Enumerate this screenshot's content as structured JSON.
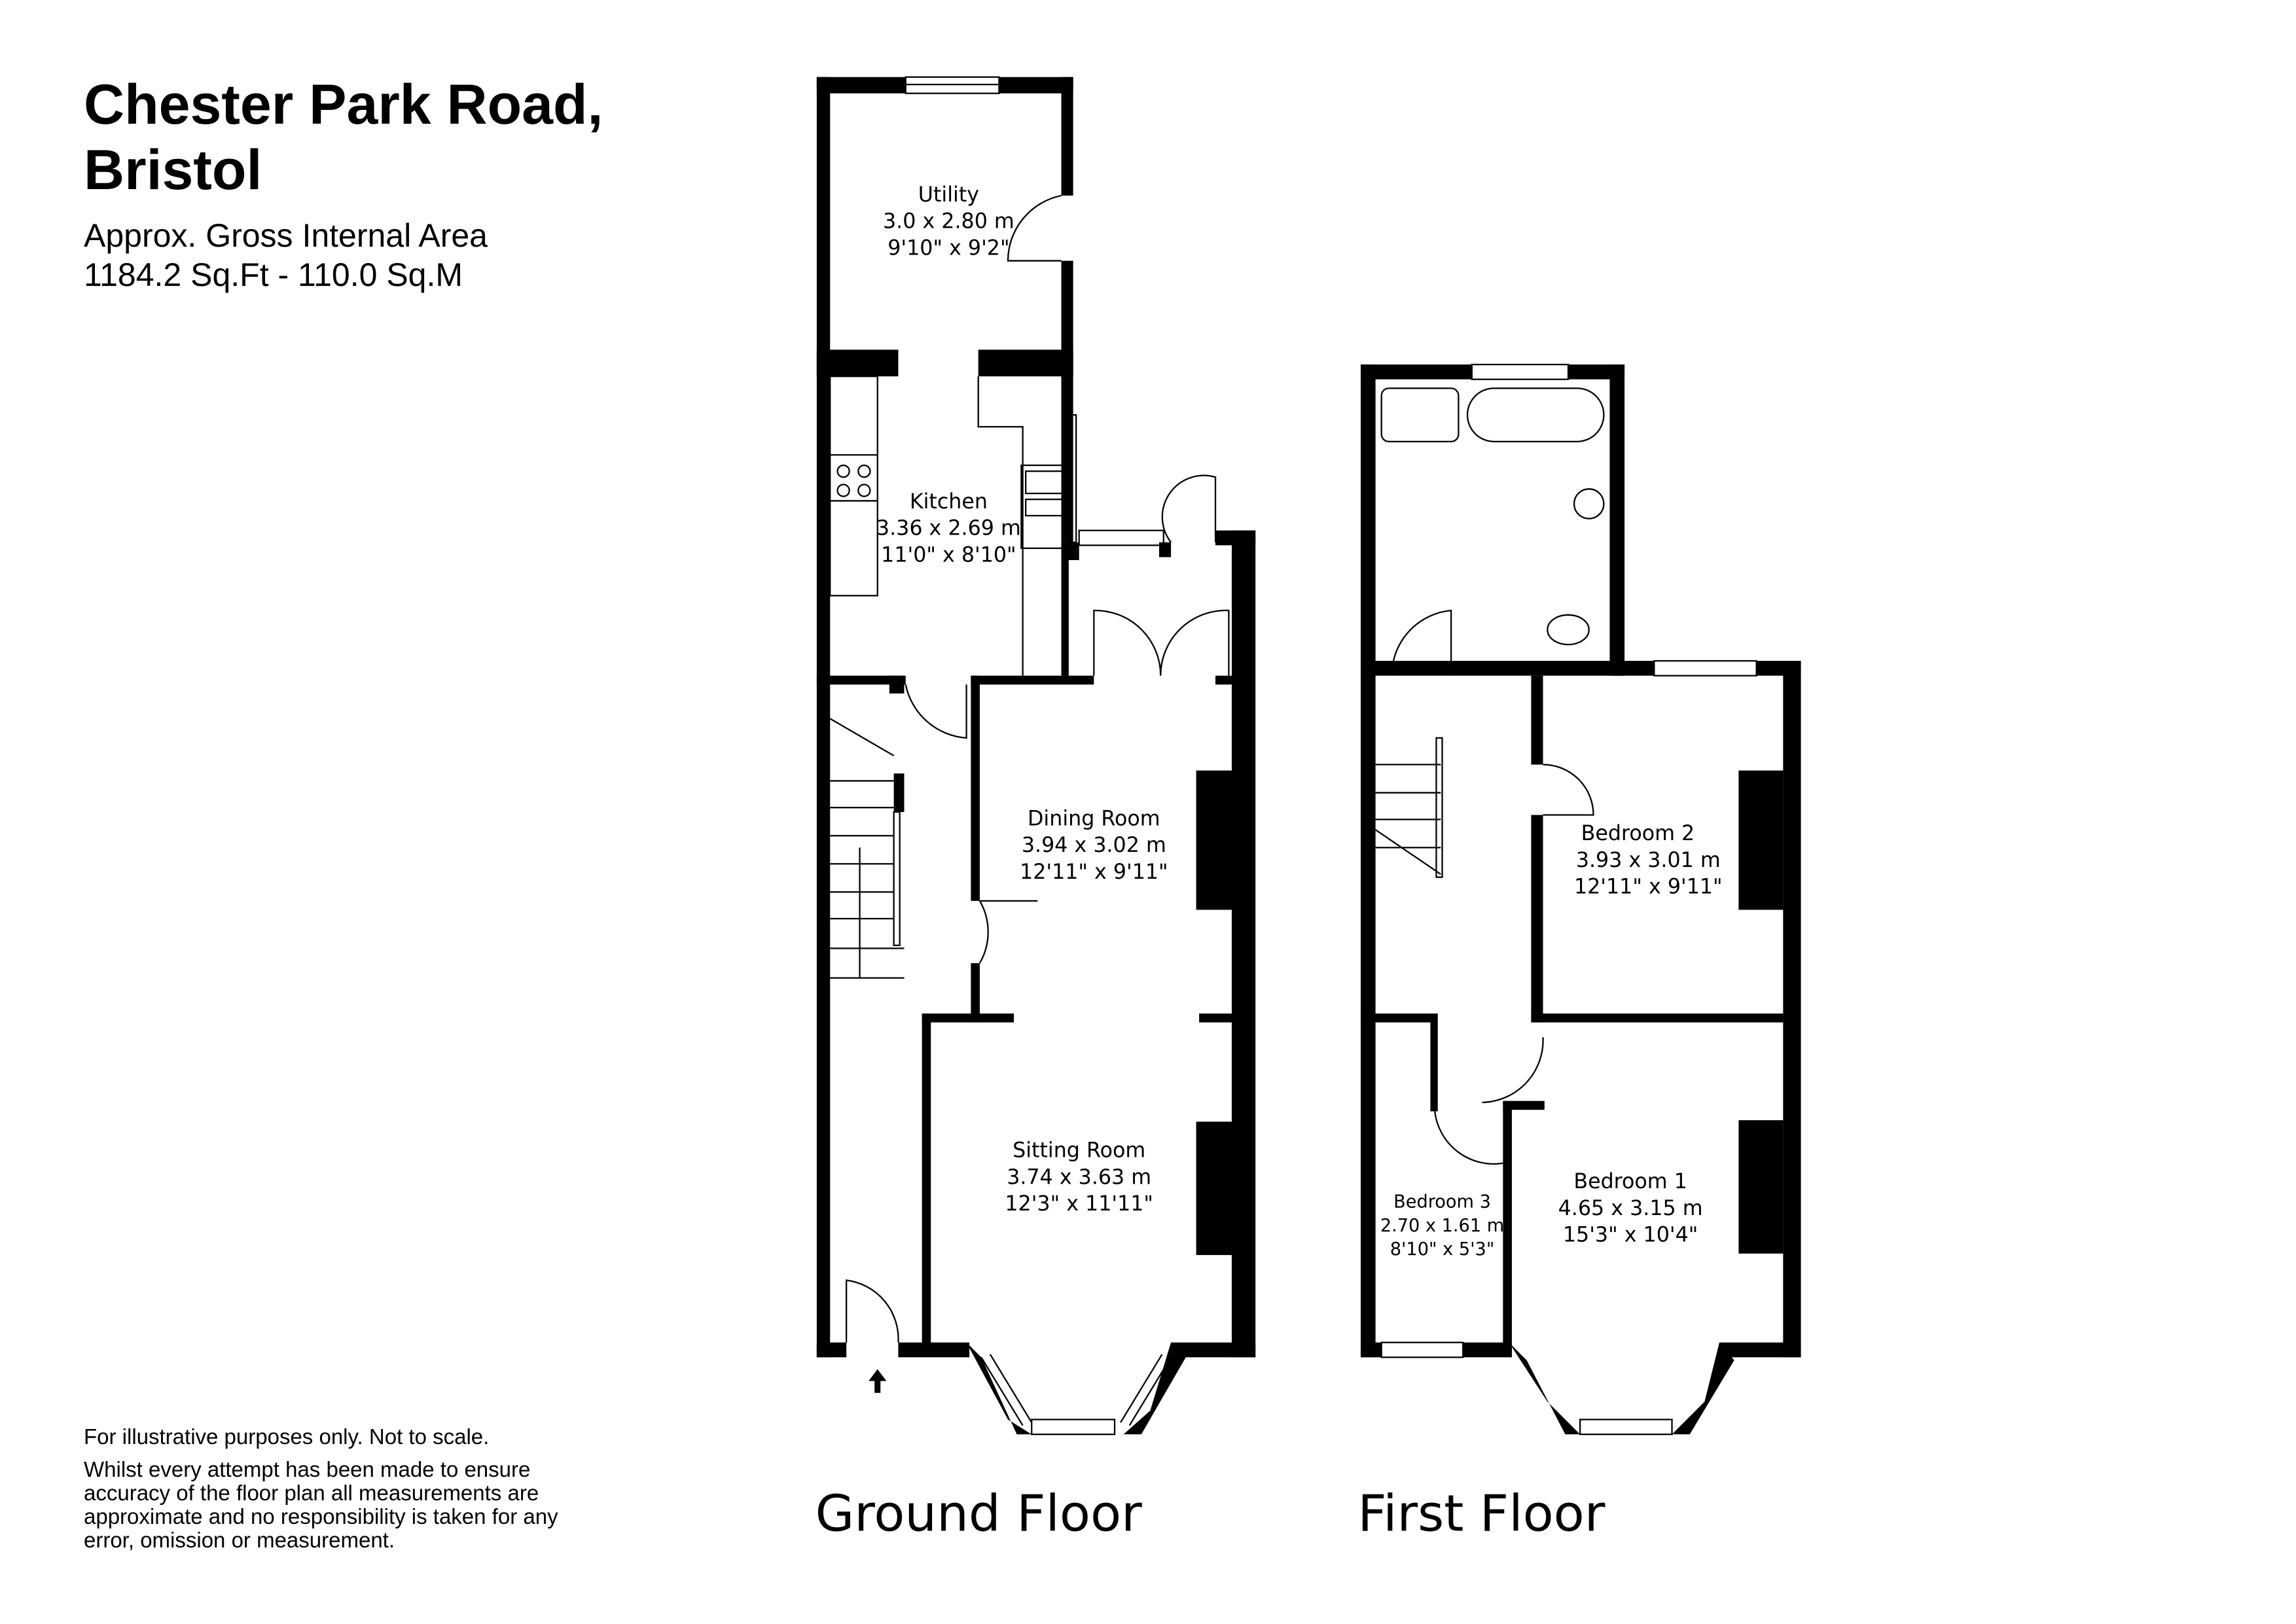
{
  "header": {
    "title_line1": "Chester Park Road,",
    "title_line2": "Bristol",
    "area_label": "Approx. Gross Internal Area",
    "area_value": "1184.2 Sq.Ft - 110.0 Sq.M"
  },
  "disclaimer": {
    "line1": "For illustrative purposes only. Not to scale.",
    "line2": "Whilst every attempt has been made to ensure accuracy of the floor plan all measurements are approximate and no responsibility is taken for any error, omission or measurement."
  },
  "floors": {
    "ground": {
      "label": "Ground Floor",
      "rooms": {
        "utility": {
          "name": "Utility",
          "metric": "3.0 x 2.80 m",
          "imperial": "9'10\" x 9'2\""
        },
        "kitchen": {
          "name": "Kitchen",
          "metric": "3.36 x 2.69 m",
          "imperial": "11'0\" x 8'10\""
        },
        "dining": {
          "name": "Dining Room",
          "metric": "3.94 x 3.02 m",
          "imperial": "12'11\" x 9'11\""
        },
        "sitting": {
          "name": "Sitting Room",
          "metric": "3.74 x 3.63 m",
          "imperial": "12'3\" x 11'11\""
        }
      }
    },
    "first": {
      "label": "First Floor",
      "rooms": {
        "bedroom2": {
          "name": "Bedroom 2",
          "metric": "3.93 x 3.01 m",
          "imperial": "12'11\" x 9'11\""
        },
        "bedroom1": {
          "name": "Bedroom 1",
          "metric": "4.65 x 3.15 m",
          "imperial": "15'3\" x 10'4\""
        },
        "bedroom3": {
          "name": "Bedroom 3",
          "metric": "2.70 x 1.61 m",
          "imperial": "8'10\" x 5'3\""
        }
      }
    }
  },
  "colors": {
    "wall": "#000000",
    "background": "#ffffff"
  }
}
